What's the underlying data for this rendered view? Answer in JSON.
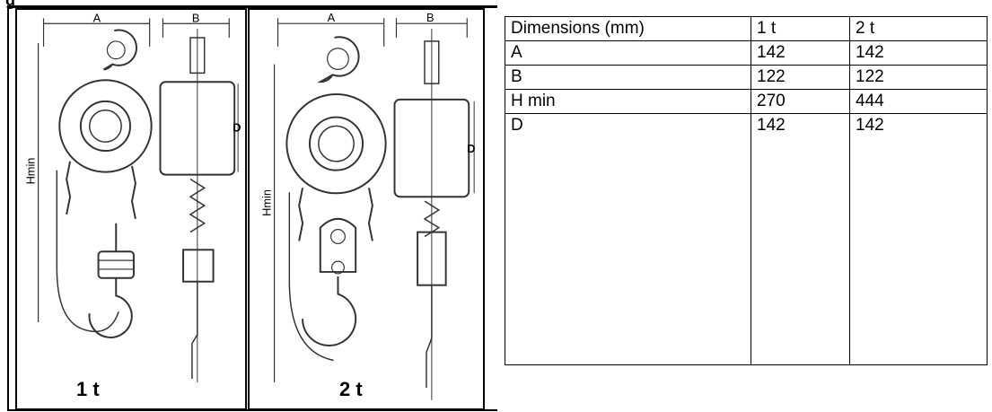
{
  "top_label": "g",
  "drawing": {
    "panel_1": {
      "label": "1 t",
      "dim_a": "A",
      "dim_b": "B",
      "dim_d": "D",
      "dim_h": "Hmin"
    },
    "panel_2": {
      "label": "2 t",
      "dim_a": "A",
      "dim_b": "B",
      "dim_d": "D",
      "dim_h": "Hmin"
    }
  },
  "table": {
    "headers": [
      "Dimensions (mm)",
      "1 t",
      "2 t"
    ],
    "rows": [
      [
        "A",
        "142",
        "142"
      ],
      [
        "B",
        "122",
        "122"
      ],
      [
        "H min",
        "270",
        "444"
      ],
      [
        "D",
        "142",
        "142"
      ]
    ]
  }
}
